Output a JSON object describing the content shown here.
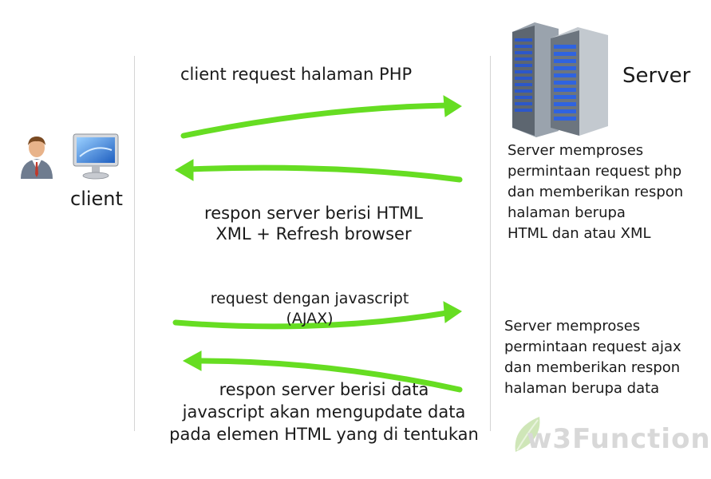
{
  "client": {
    "label": "client"
  },
  "server": {
    "label": "Server"
  },
  "arrows": {
    "a1": "client request halaman PHP",
    "a2": [
      "respon server berisi HTML",
      "XML + Refresh browser"
    ],
    "a3": [
      "request dengan javascript",
      "(AJAX)"
    ],
    "a4": [
      "respon server berisi data",
      "javascript akan mengupdate data",
      "pada elemen HTML yang di tentukan"
    ]
  },
  "notes": {
    "php": [
      "Server memproses",
      "permintaan request php",
      "dan memberikan respon",
      "halaman berupa",
      "HTML dan atau XML"
    ],
    "ajax": [
      "Server memproses",
      "permintaan request ajax",
      "dan memberikan respon",
      "halaman berupa data"
    ]
  },
  "watermark": {
    "text": "w3Function"
  },
  "colors": {
    "arrow": "#66dd22",
    "divider": "#d4d4d4"
  }
}
